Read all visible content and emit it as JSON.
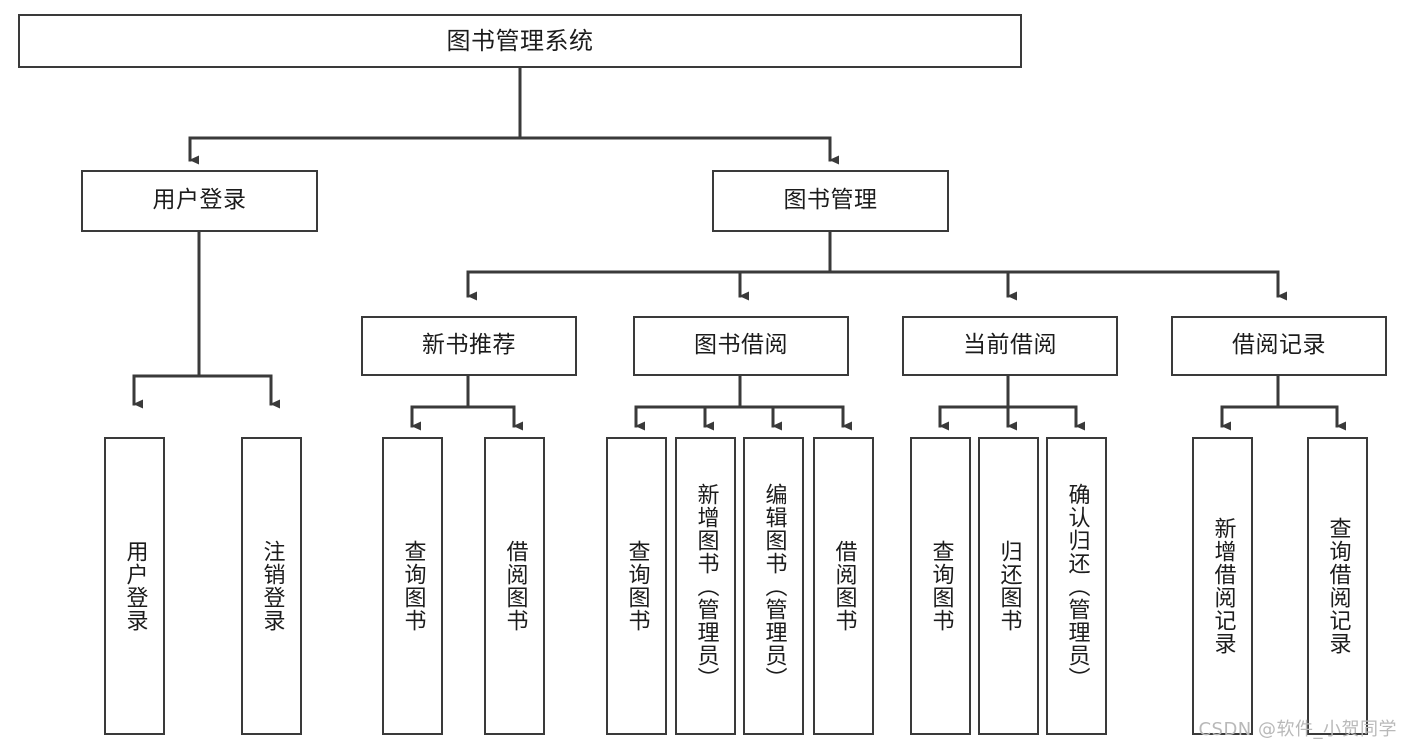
{
  "diagram": {
    "type": "tree",
    "title": "图书管理系统",
    "root": {
      "id": "root",
      "label": "图书管理系统",
      "orientation": "horizontal"
    },
    "level2": [
      {
        "id": "user-login",
        "label": "用户登录",
        "orientation": "horizontal"
      },
      {
        "id": "book-management",
        "label": "图书管理",
        "orientation": "horizontal"
      }
    ],
    "level3": [
      {
        "id": "new-book-recommend",
        "label": "新书推荐",
        "orientation": "horizontal",
        "parent": "book-management"
      },
      {
        "id": "book-borrow",
        "label": "图书借阅",
        "orientation": "horizontal",
        "parent": "book-management"
      },
      {
        "id": "current-borrow",
        "label": "当前借阅",
        "orientation": "horizontal",
        "parent": "book-management"
      },
      {
        "id": "borrow-record",
        "label": "借阅记录",
        "orientation": "horizontal",
        "parent": "book-management"
      }
    ],
    "leaves": [
      {
        "id": "leaf-user-login",
        "label": "用户登录",
        "orientation": "vertical",
        "parent": "user-login"
      },
      {
        "id": "leaf-logout-login",
        "label": "注销登录",
        "orientation": "vertical",
        "parent": "user-login"
      },
      {
        "id": "leaf-query-book-1",
        "label": "查询图书",
        "orientation": "vertical",
        "parent": "new-book-recommend"
      },
      {
        "id": "leaf-borrow-book-1",
        "label": "借阅图书",
        "orientation": "vertical",
        "parent": "new-book-recommend"
      },
      {
        "id": "leaf-query-book-2",
        "label": "查询图书",
        "orientation": "vertical",
        "parent": "book-borrow"
      },
      {
        "id": "leaf-add-book-admin",
        "label": "新增图书（管理员）",
        "orientation": "vertical",
        "parent": "book-borrow"
      },
      {
        "id": "leaf-edit-book-admin",
        "label": "编辑图书（管理员）",
        "orientation": "vertical",
        "parent": "book-borrow"
      },
      {
        "id": "leaf-borrow-book-2",
        "label": "借阅图书",
        "orientation": "vertical",
        "parent": "book-borrow"
      },
      {
        "id": "leaf-query-book-3",
        "label": "查询图书",
        "orientation": "vertical",
        "parent": "current-borrow"
      },
      {
        "id": "leaf-return-book",
        "label": "归还图书",
        "orientation": "vertical",
        "parent": "current-borrow"
      },
      {
        "id": "leaf-confirm-return-admin",
        "label": "确认归还（管理员）",
        "orientation": "vertical",
        "parent": "current-borrow"
      },
      {
        "id": "leaf-add-borrow-record",
        "label": "新增借阅记录",
        "orientation": "vertical",
        "parent": "borrow-record"
      },
      {
        "id": "leaf-query-borrow-record",
        "label": "查询借阅记录",
        "orientation": "vertical",
        "parent": "borrow-record"
      }
    ]
  },
  "watermark": {
    "text": "CSDN @软件_小贺同学"
  },
  "colors": {
    "background": "#ffffff",
    "border": "#3a3a3a",
    "connector": "#3a3a3a",
    "text": "#1c1c1c",
    "watermark": "#b9b9b9"
  }
}
